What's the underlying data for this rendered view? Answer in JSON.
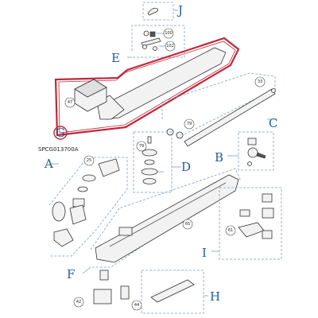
{
  "drawing_code": "SPCG013700A",
  "groups": {
    "A": "A",
    "B": "B",
    "C": "C",
    "D": "D",
    "E": "E",
    "F": "F",
    "G": "G",
    "H": "H",
    "I": "I",
    "J": "J"
  },
  "part_numbers": {
    "p100": "100",
    "p102": "102",
    "p47": "47",
    "p33": "33",
    "p79a": "79",
    "p79b": "79",
    "p25": "25",
    "p65": "65",
    "p61": "61",
    "p42": "42",
    "p44": "44"
  },
  "colors": {
    "highlight": "#c0283a",
    "group_letter": "#1f5d97",
    "leader": "#7f9dbc"
  }
}
